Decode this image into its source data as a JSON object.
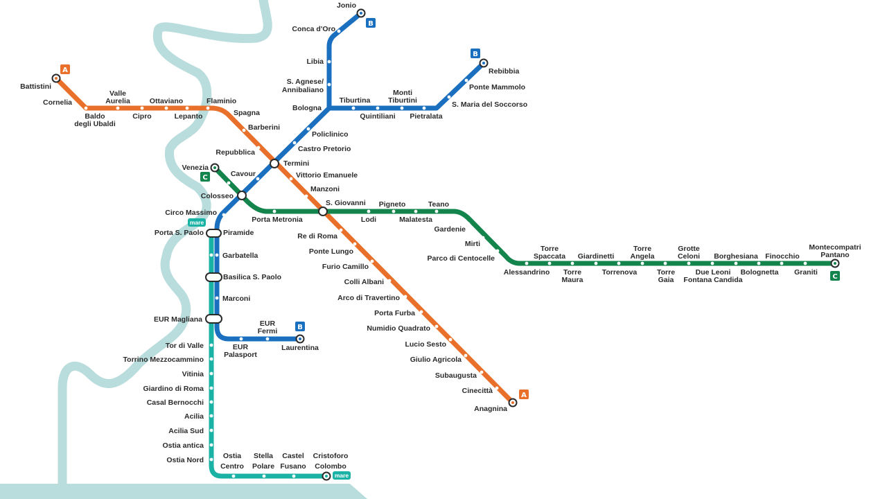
{
  "colors": {
    "line_a": "#e8702a",
    "line_b": "#1a6fbf",
    "line_c": "#14844d",
    "roma_lido": "#1bb2a6",
    "river": "#b9dcdc",
    "sea": "#b9dcdc"
  },
  "badges": {
    "a": "A",
    "b": "B",
    "c": "C",
    "mare": "mare"
  },
  "stations": {
    "battistini": "Battistini",
    "cornelia": "Cornelia",
    "baldo_1": "Baldo",
    "baldo_2": "degli Ubaldi",
    "valle_1": "Valle",
    "valle_2": "Aurelia",
    "cipro": "Cipro",
    "ottaviano": "Ottaviano",
    "lepanto": "Lepanto",
    "flaminio": "Flaminio",
    "spagna": "Spagna",
    "barberini": "Barberini",
    "repubblica": "Repubblica",
    "termini": "Termini",
    "vittorio": "Vittorio Emanuele",
    "manzoni": "Manzoni",
    "s_giovanni": "S. Giovanni",
    "re_di_roma": "Re di Roma",
    "ponte_lungo": "Ponte Lungo",
    "furio_camillo": "Furio Camillo",
    "colli_albani": "Colli Albani",
    "arco": "Arco di Travertino",
    "porta_furba": "Porta Furba",
    "numidio": "Numidio Quadrato",
    "lucio_sesto": "Lucio Sesto",
    "giulio": "Giulio Agricola",
    "subaugusta": "Subaugusta",
    "cinecitta": "Cinecittà",
    "anagnina": "Anagnina",
    "jonio": "Jonio",
    "conca": "Conca d'Oro",
    "libia": "Libia",
    "agnese_1": "S. Agnese/",
    "agnese_2": "Annibaliano",
    "bologna": "Bologna",
    "tiburtina": "Tiburtina",
    "quintiliani": "Quintiliani",
    "monti_1": "Monti",
    "monti_2": "Tiburtini",
    "pietralata": "Pietralata",
    "maria_soccorso": "S. Maria del Soccorso",
    "ponte_mammolo": "Ponte Mammolo",
    "rebibbia": "Rebibbia",
    "policlinico": "Policlinico",
    "castro_pretorio": "Castro Pretorio",
    "cavour": "Cavour",
    "colosseo": "Colosseo",
    "circo_massimo": "Circo Massimo",
    "piramide": "Piramide",
    "garbatella": "Garbatella",
    "basilica": "Basilica S. Paolo",
    "marconi": "Marconi",
    "eur_magliana": "EUR Magliana",
    "eur_palasport_1": "EUR",
    "eur_palasport_2": "Palasport",
    "eur_fermi_1": "EUR",
    "eur_fermi_2": "Fermi",
    "laurentina": "Laurentina",
    "venezia": "Venezia",
    "porta_metronia": "Porta Metronia",
    "lodi": "Lodi",
    "pigneto": "Pigneto",
    "malatesta": "Malatesta",
    "teano": "Teano",
    "gardenie": "Gardenie",
    "mirti": "Mirti",
    "centocelle": "Parco di Centocelle",
    "alessandrino": "Alessandrino",
    "spaccata_1": "Torre",
    "spaccata_2": "Spaccata",
    "maura_1": "Torre",
    "maura_2": "Maura",
    "giardinetti": "Giardinetti",
    "torrenova": "Torrenova",
    "angela_1": "Torre",
    "angela_2": "Angela",
    "gaia_1": "Torre",
    "gaia_2": "Gaia",
    "grotte_1": "Grotte",
    "grotte_2": "Celoni",
    "fontana_1": "Due Leoni",
    "fontana_2": "Fontana Candida",
    "borghesiana": "Borghesiana",
    "bolognetta": "Bolognetta",
    "finocchio": "Finocchio",
    "graniti": "Graniti",
    "pantano_1": "Montecompatri",
    "pantano_2": "Pantano",
    "porta_s_paolo": "Porta S. Paolo",
    "tor_di_valle": "Tor di Valle",
    "torrino": "Torrino Mezzocammino",
    "vitinia": "Vitinia",
    "giardino_roma": "Giardino di Roma",
    "casal": "Casal Bernocchi",
    "acilia": "Acilia",
    "acilia_sud": "Acilia Sud",
    "ostia_antica": "Ostia antica",
    "ostia_nord": "Ostia Nord",
    "ostia_centro_1": "Ostia",
    "ostia_centro_2": "Centro",
    "stella_1": "Stella",
    "stella_2": "Polare",
    "castel_1": "Castel",
    "castel_2": "Fusano",
    "cristoforo_1": "Cristoforo",
    "cristoforo_2": "Colombo"
  }
}
